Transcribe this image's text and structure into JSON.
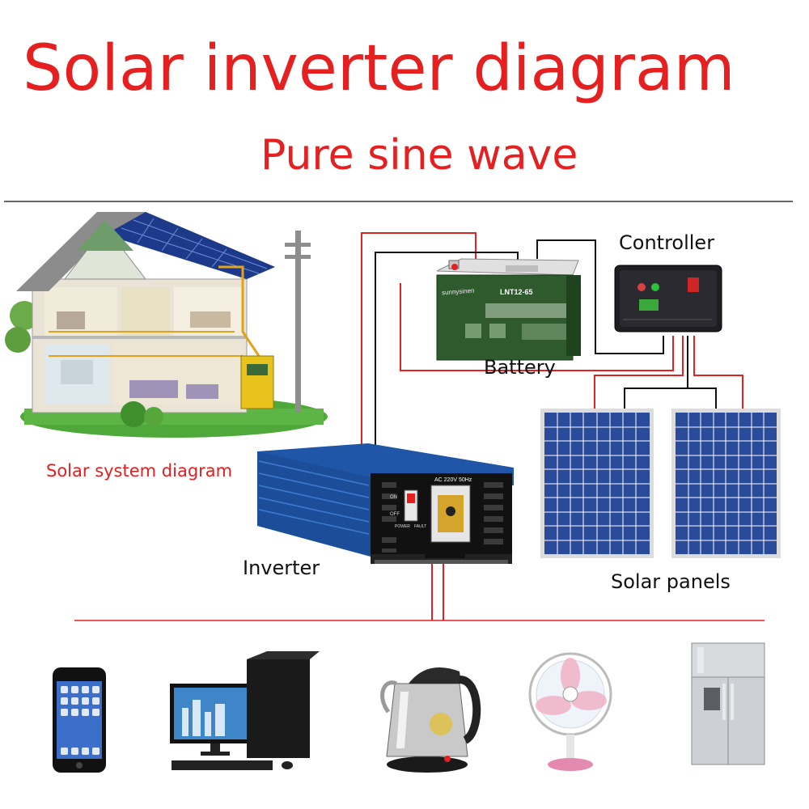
{
  "header": {
    "title": "Solar inverter diagram",
    "subtitle": "Pure sine wave"
  },
  "labels": {
    "controller": "Controller",
    "battery": "Battery",
    "solar_system": "Solar system diagram",
    "inverter": "Inverter",
    "solar_panels": "Solar panels"
  },
  "device_text": {
    "battery_brand": "sunnysinen",
    "battery_model": "LNT12-65",
    "inverter_socket": "AC 220V 50Hz",
    "inverter_power": "POWER",
    "inverter_fault": "FAULT",
    "inverter_on": "ON",
    "inverter_off": "OFF"
  },
  "colors": {
    "accent_red": "#e52020",
    "wire_black": "#111111",
    "inverter_blue": "#1f56a8",
    "panel_blue": "#2a4a9a",
    "battery_green": "#2e5a2e"
  },
  "appliances": [
    "phone-icon",
    "desktop-computer-icon",
    "kettle-icon",
    "fan-icon",
    "refrigerator-icon"
  ]
}
